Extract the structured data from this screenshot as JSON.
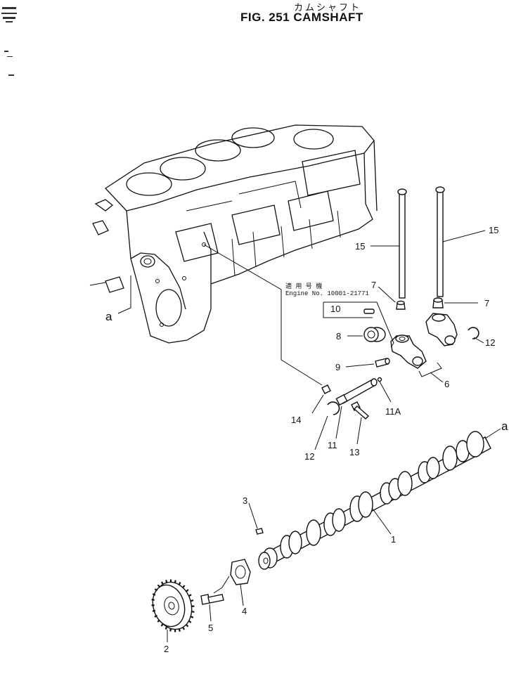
{
  "header": {
    "title_jp": "カムシャフト",
    "title": "FIG. 251  CAMSHAFT"
  },
  "note": {
    "line1": "適 用 号 機",
    "line2": "Engine No. 10001-21771"
  },
  "callouts": [
    {
      "id": "a-left",
      "label": "a"
    },
    {
      "id": "a-right",
      "label": "a"
    },
    {
      "id": "p1",
      "label": "1"
    },
    {
      "id": "p2",
      "label": "2"
    },
    {
      "id": "p3",
      "label": "3"
    },
    {
      "id": "p4",
      "label": "4"
    },
    {
      "id": "p5",
      "label": "5"
    },
    {
      "id": "p6",
      "label": "6"
    },
    {
      "id": "p7-left",
      "label": "7"
    },
    {
      "id": "p7-right",
      "label": "7"
    },
    {
      "id": "p8",
      "label": "8"
    },
    {
      "id": "p9",
      "label": "9"
    },
    {
      "id": "p10",
      "label": "10"
    },
    {
      "id": "p11",
      "label": "11"
    },
    {
      "id": "p11a",
      "label": "11A"
    },
    {
      "id": "p12-left",
      "label": "12"
    },
    {
      "id": "p12-right",
      "label": "12"
    },
    {
      "id": "p13",
      "label": "13"
    },
    {
      "id": "p14",
      "label": "14"
    },
    {
      "id": "p15-left",
      "label": "15"
    },
    {
      "id": "p15-right",
      "label": "15"
    }
  ]
}
